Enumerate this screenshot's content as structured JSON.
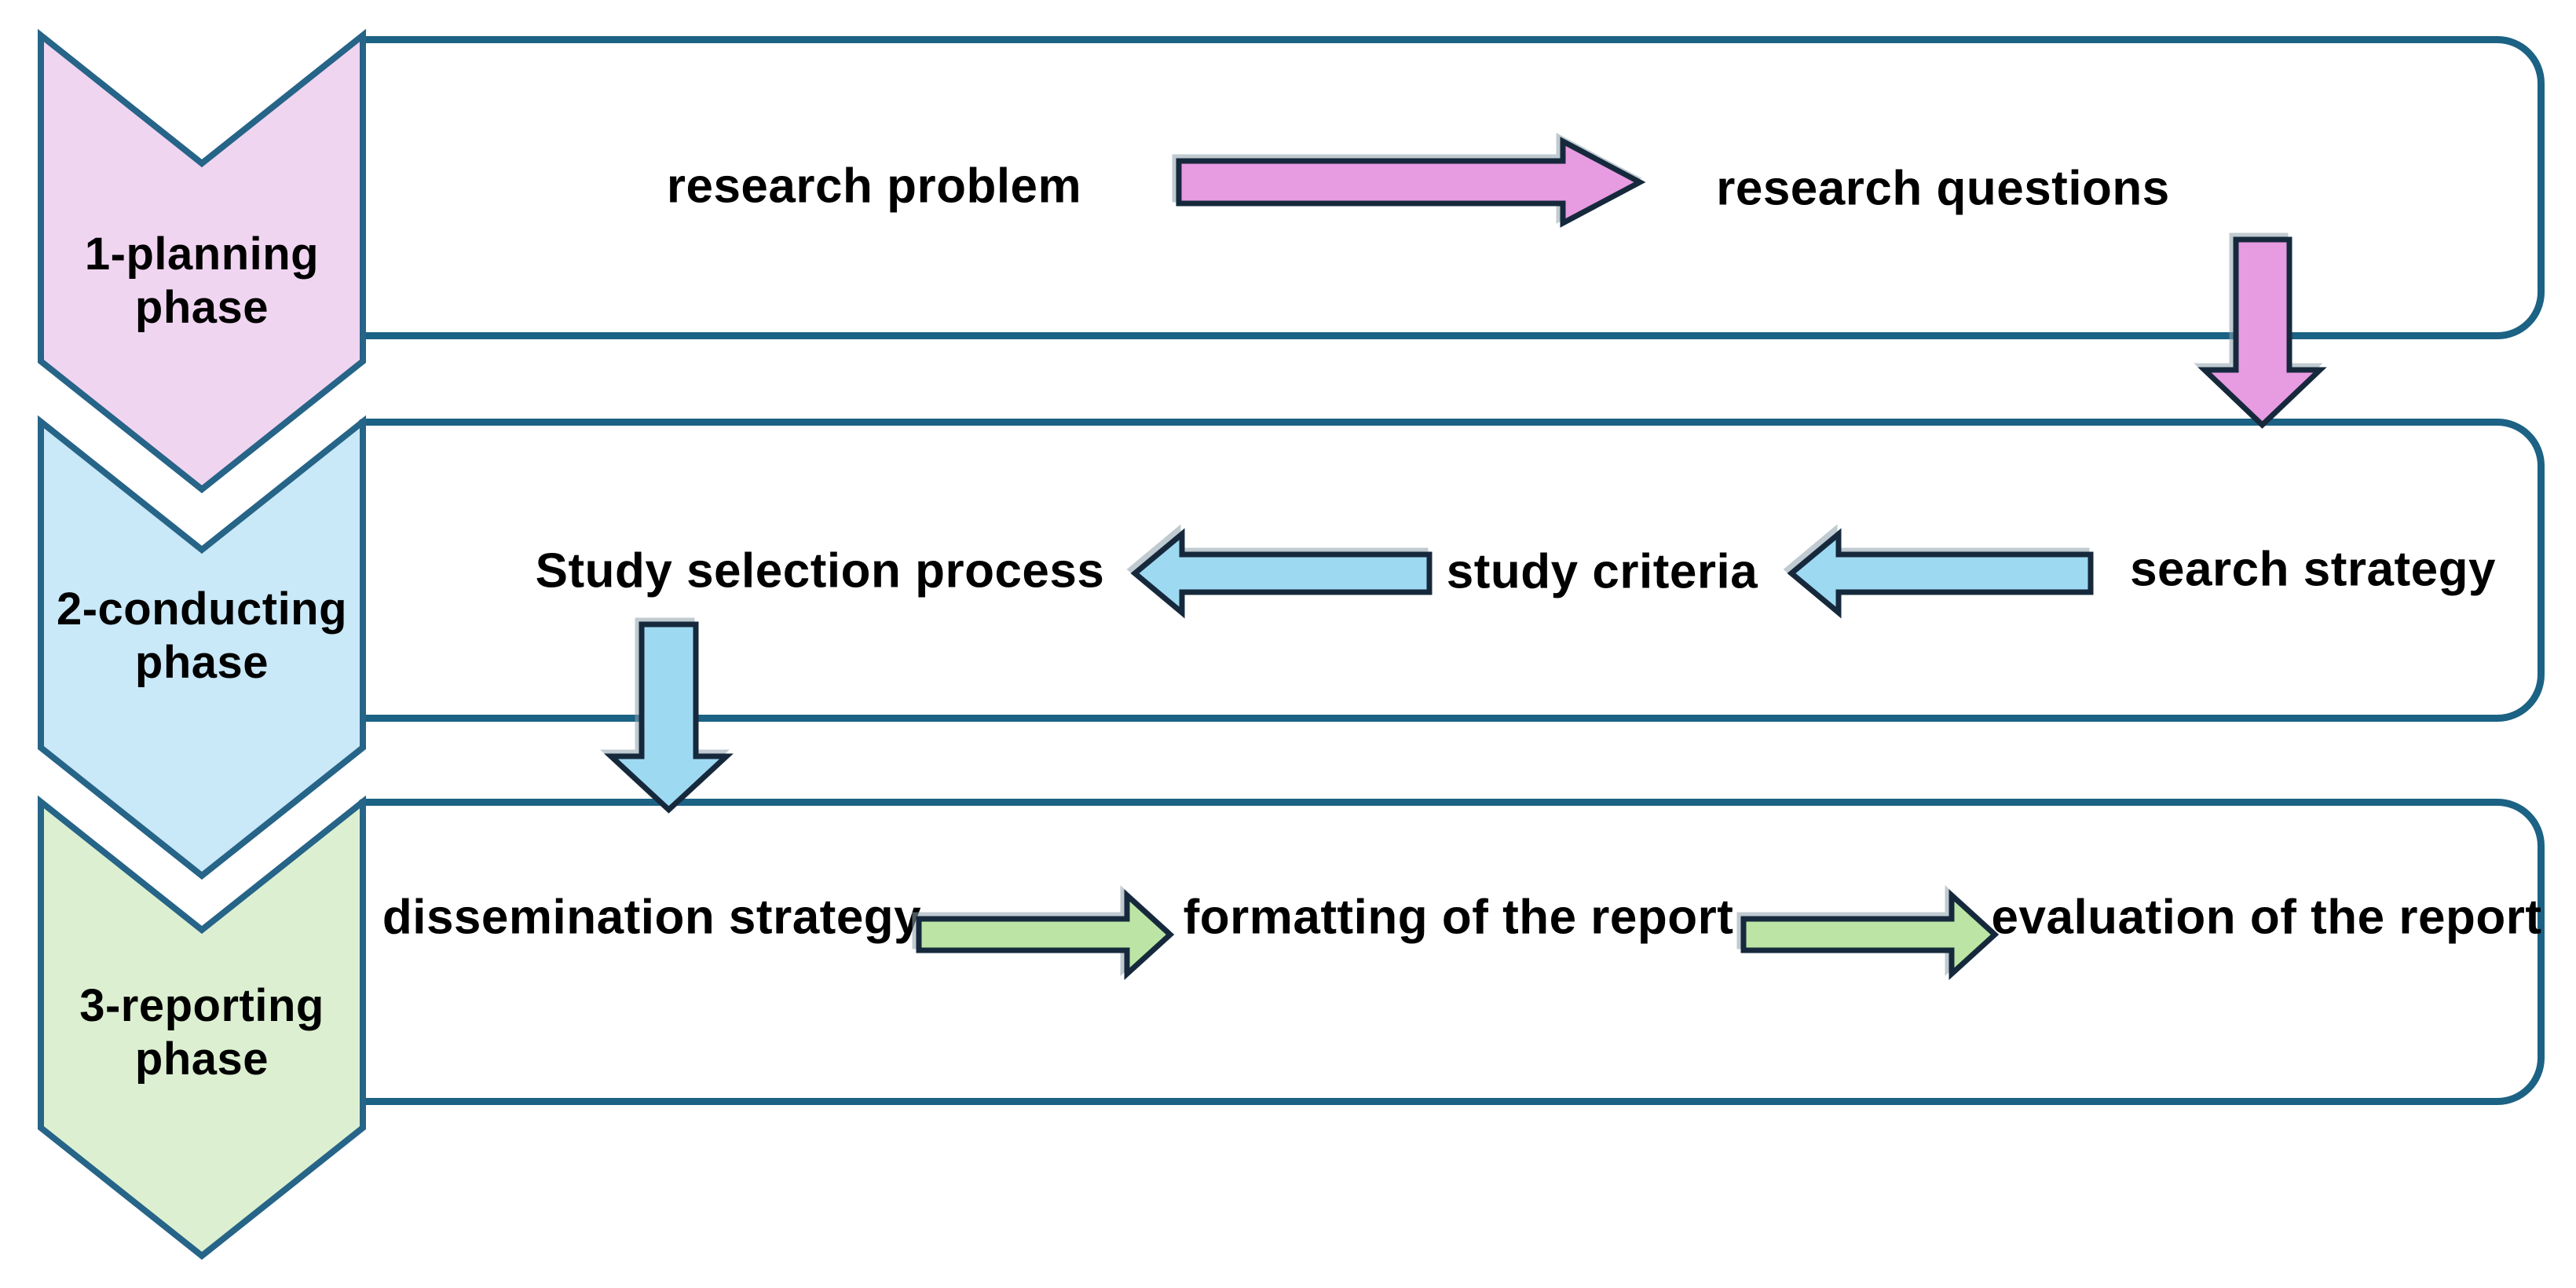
{
  "title": "systematic review process diagram",
  "colors": {
    "background": "#FFFFFF",
    "box_border": "#1C6284",
    "chevron_border": "#266488",
    "arrow_outline": "#16293C",
    "chevron_pink": "#F0D5F1",
    "chevron_blue": "#C9E8F8",
    "chevron_green": "#DCF0D1",
    "arrow_pink": "#E79BE1",
    "arrow_blue": "#9ED9F2",
    "arrow_green": "#BCE5A5",
    "text": "#000000"
  },
  "phases": [
    {
      "label_line1": "1-planning",
      "label_line2": "phase"
    },
    {
      "label_line1": "2-conducting",
      "label_line2": "phase"
    },
    {
      "label_line1": "3-reporting",
      "label_line2": "phase"
    }
  ],
  "steps": {
    "planning": [
      "research problem",
      "research questions"
    ],
    "conducting": [
      "Study selection process",
      "study criteria",
      "search strategy"
    ],
    "reporting": [
      "dissemination strategy",
      "formatting of the report",
      "evaluation of the report"
    ]
  }
}
